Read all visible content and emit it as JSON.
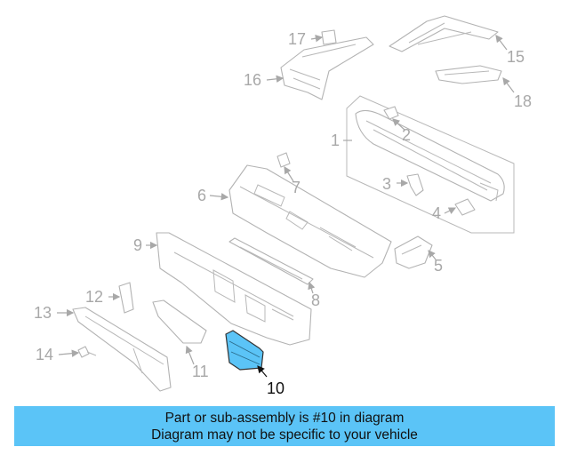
{
  "callouts": {
    "c1": "1",
    "c2": "2",
    "c3": "3",
    "c4": "4",
    "c5": "5",
    "c6": "6",
    "c7": "7",
    "c8": "8",
    "c9": "9",
    "c10": "10",
    "c11": "11",
    "c12": "12",
    "c13": "13",
    "c14": "14",
    "c15": "15",
    "c16": "16",
    "c17": "17",
    "c18": "18"
  },
  "highlight_color": "#5bc4f7",
  "banner": {
    "line1": "Part or sub-assembly is #10 in diagram",
    "line2": "Diagram may not be specific to your vehicle"
  }
}
